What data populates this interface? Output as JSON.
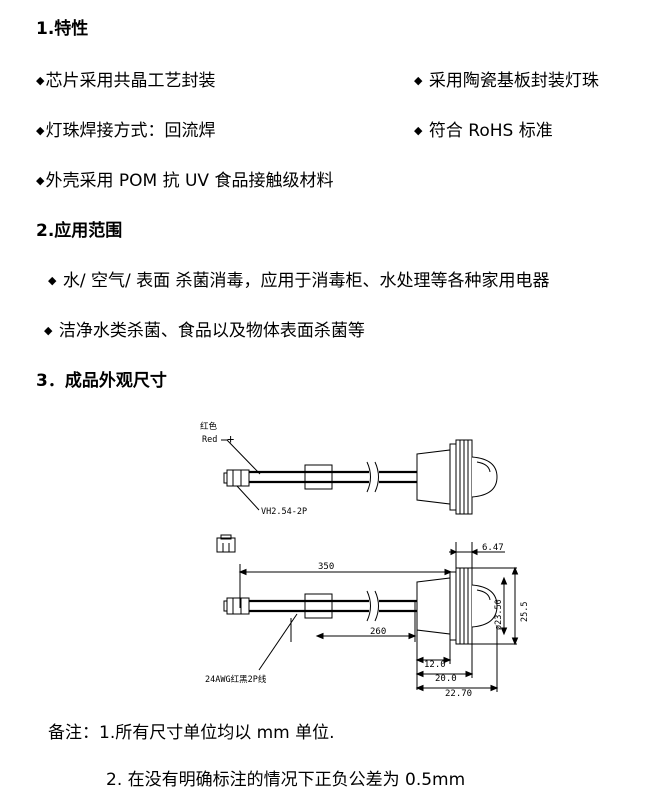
{
  "sections": {
    "s1": {
      "title": "1.特性",
      "items": [
        "芯片采用共晶工艺封装",
        "采用陶瓷基板封装灯珠",
        "灯珠焊接方式：回流焊",
        "符合 RoHS 标准",
        "外壳采用 POM 抗 UV 食品接触级材料"
      ]
    },
    "s2": {
      "title": "2.应用范围",
      "items": [
        "水/ 空气/ 表面 杀菌消毒，应用于消毒柜、水处理等各种家用电器",
        "洁净水类杀菌、食品以及物体表面杀菌等"
      ]
    },
    "s3": {
      "title": "3．成品外观尺寸"
    }
  },
  "bullet": "◆",
  "drawing": {
    "wire_label_cn": "红色",
    "wire_label_en": "Red",
    "plus": "+",
    "connector": "VH2.54-2P",
    "wire_spec": "24AWG红黑2P线",
    "dim_350": "350",
    "dim_260": "260",
    "dim_647": "6.47",
    "dim_2350": "ø23.50",
    "dim_255": "25.5",
    "dim_120": "12.0",
    "dim_200": "20.0",
    "dim_2270": "22.70"
  },
  "notes": {
    "label": "备注：",
    "n1": "1.所有尺寸单位均以 mm 单位.",
    "n2": "2. 在没有明确标注的情况下正负公差为 0.5mm"
  }
}
